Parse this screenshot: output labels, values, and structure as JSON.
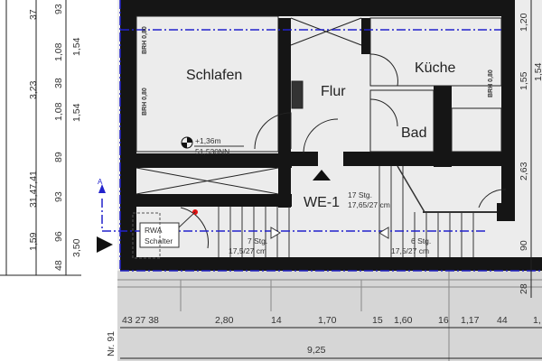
{
  "rooms": {
    "schlafen": "Schlafen",
    "flur": "Flur",
    "kueche": "Küche",
    "bad": "Bad",
    "unit": "WE-1"
  },
  "brh_label": "BRH 0,80",
  "level": {
    "height": "+1,36m",
    "nn": "51,530NN"
  },
  "stairs": {
    "main": {
      "steps": "17 Stg.",
      "ratio": "17,65/27 cm"
    },
    "left": {
      "steps": "7 Stg.",
      "ratio": "17,5/27 cm"
    },
    "right": {
      "steps": "6 Stg.",
      "ratio": "17,5/27 cm"
    }
  },
  "rwa": {
    "line1": "RWA",
    "line2": "Schalter"
  },
  "section_marker": "A",
  "street": "Nr. 91",
  "dims_left": {
    "d323": "3,23",
    "d159": "1,59",
    "d314741": "31,47,41",
    "d93a": "93",
    "d37": "37",
    "d108a": "1,08",
    "d38": "38",
    "d108b": "1,08",
    "d89": "89",
    "d93b": "93",
    "d96": "96",
    "d48": "48",
    "d154a": "1,54",
    "d154b": "1,54",
    "d350": "3,50"
  },
  "dims_right": {
    "d120": "1,20",
    "d155": "1,55",
    "d263": "2,63",
    "d90": "90",
    "d28": "28",
    "d154": "1,54"
  },
  "dims_bottom": {
    "d432738": "43 27 38",
    "d280": "2,80",
    "d14": "14",
    "d170": "1,70",
    "d15": "15",
    "d160": "1,60",
    "d16": "16",
    "d117": "1,17",
    "d44": "44",
    "d1": "1,",
    "d925": "9,25"
  },
  "colors": {
    "wall": "#151515",
    "floor": "#ececec",
    "ground": "#d6d6d6",
    "section_line": "#2222cc",
    "marker_red": "#e01010"
  }
}
